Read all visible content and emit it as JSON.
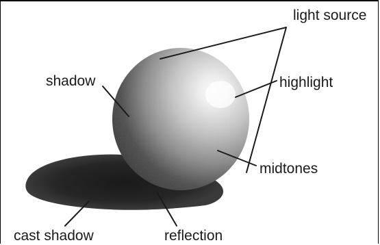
{
  "labels": {
    "light_source": "light source",
    "shadow": "shadow",
    "highlight": "highlight",
    "midtones": "midtones",
    "cast_shadow": "cast shadow",
    "reflection": "reflection"
  },
  "colors": {
    "ink": "#1a1a1a",
    "highlight": "#ffffff",
    "shadow": "#1c1c1c",
    "background": "#ffffff"
  }
}
